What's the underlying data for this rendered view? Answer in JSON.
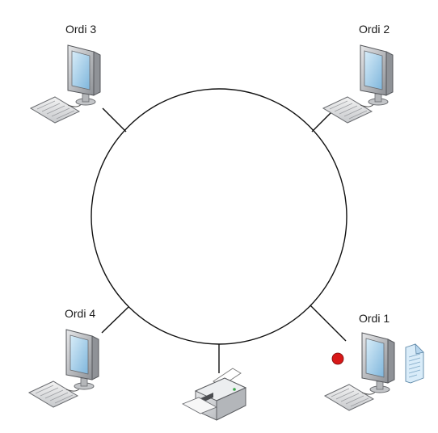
{
  "network": {
    "topology": "ring",
    "nodes": [
      {
        "id": "ordi-1",
        "label": "Ordi 1",
        "type": "computer",
        "has_token": true,
        "has_document": true
      },
      {
        "id": "ordi-2",
        "label": "Ordi 2",
        "type": "computer"
      },
      {
        "id": "ordi-3",
        "label": "Ordi 3",
        "type": "computer"
      },
      {
        "id": "ordi-4",
        "label": "Ordi 4",
        "type": "computer"
      },
      {
        "id": "printer",
        "label": "",
        "type": "printer"
      }
    ]
  },
  "colors": {
    "ring": "#111111",
    "token": "#d81818",
    "document": "#cfe6f7",
    "monitor_frame": "#b8babd",
    "monitor_screen": "#a9cfe9"
  }
}
